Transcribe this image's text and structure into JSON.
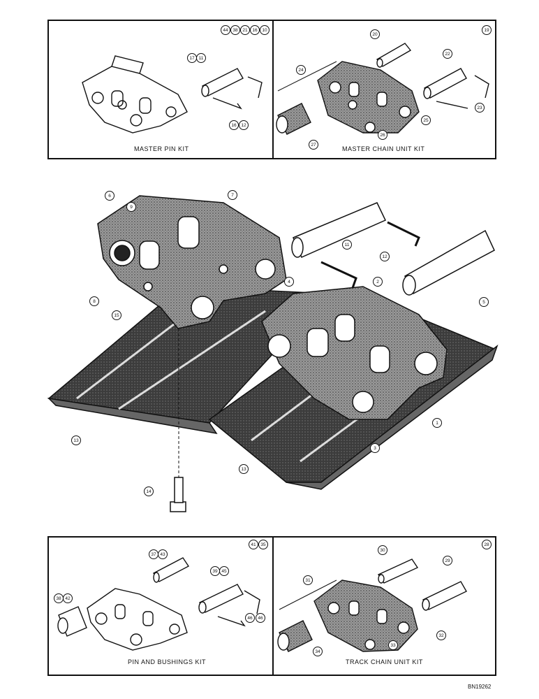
{
  "top_panel": {
    "left_kit": {
      "label": "MASTER PIN KIT",
      "header_refs": [
        "44",
        "38",
        "21",
        "16",
        "10"
      ],
      "callouts": [
        "17",
        "11",
        "16",
        "12"
      ]
    },
    "right_kit": {
      "label": "MASTER CHAIN UNIT KIT",
      "header_refs": [
        "19"
      ],
      "callouts": [
        "20",
        "22",
        "24",
        "23",
        "25",
        "26",
        "27"
      ]
    }
  },
  "main_assembly": {
    "callouts": [
      "6",
      "7",
      "9",
      "8",
      "15",
      "11",
      "12",
      "5",
      "4",
      "2",
      "13",
      "13",
      "1",
      "3",
      "14"
    ]
  },
  "bottom_panel": {
    "left_kit": {
      "label": "PIN AND BUSHINGS KIT",
      "header_refs": [
        "41",
        "35"
      ],
      "callouts": [
        "37",
        "43",
        "39",
        "45",
        "38",
        "42",
        "46",
        "46"
      ]
    },
    "right_kit": {
      "label": "TRACK CHAIN UNIT KIT",
      "header_refs": [
        "28"
      ],
      "callouts": [
        "30",
        "29",
        "31",
        "32",
        "33",
        "34"
      ]
    }
  },
  "drawing_code": "BN19262"
}
